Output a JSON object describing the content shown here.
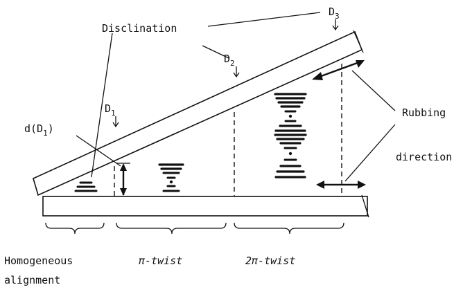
{
  "labels": {
    "disclination": "Disclination",
    "d1_main": "D",
    "d1_sub": "1",
    "d2_main": "D",
    "d2_sub": "2",
    "d3_main": "D",
    "d3_sub": "3",
    "thickness_prefix": "d(D",
    "thickness_sub": "1",
    "thickness_suffix": ")",
    "rubbing_line1": "Rubbing",
    "rubbing_line2": "direction",
    "homogeneous_line1": "Homogeneous",
    "homogeneous_line2": "alignment",
    "pi_twist": "π-twist",
    "two_pi_twist": "2π-twist"
  }
}
